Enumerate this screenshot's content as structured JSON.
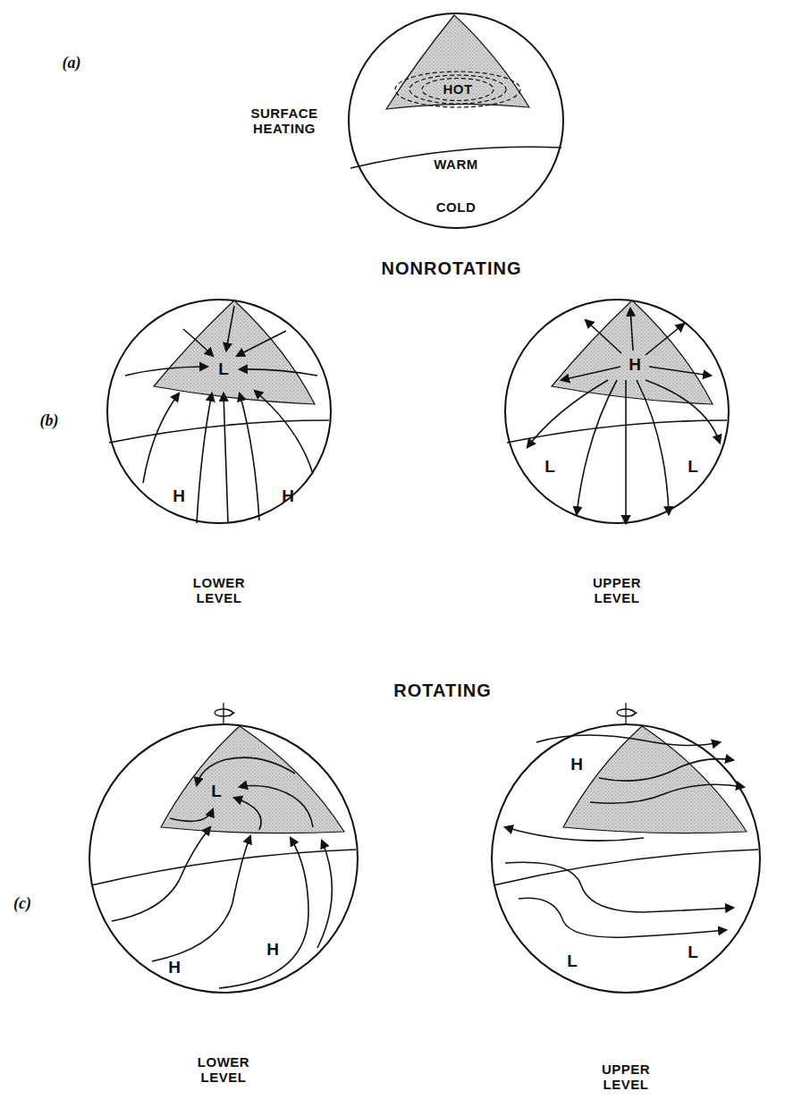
{
  "diagram": {
    "nodes": [
      {
        "text": [
          "HOT",
          "WARM",
          "COLD"
        ]
      },
      {
        "text": [
          "L",
          "H",
          "H"
        ]
      },
      {
        "text": [
          "H",
          "L",
          "L"
        ]
      },
      {
        "text": [
          "L",
          "H",
          "H"
        ]
      },
      {
        "text": [
          "H",
          "L",
          "L"
        ]
      }
    ],
    "labels": [
      "(a)",
      "SURFACE HEATING",
      "NONROTATING",
      "(b)",
      "LOWER LEVEL",
      "UPPER LEVEL",
      "ROTATING",
      "(c)",
      "LOWER LEVEL",
      "UPPER LEVEL"
    ]
  }
}
